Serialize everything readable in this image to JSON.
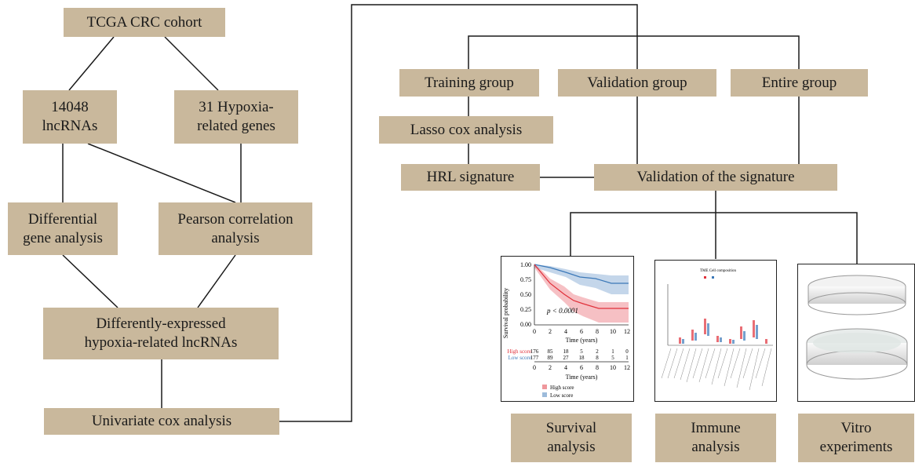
{
  "left_flow": {
    "cohort": "TCGA CRC cohort",
    "lncrnas": "14048\nlncRNAs",
    "hypoxia_genes": "31 Hypoxia-\nrelated genes",
    "differential": "Differential\ngene analysis",
    "pearson": "Pearson correlation\nanalysis",
    "de_hypoxia": "Differently-expressed\nhypoxia-related lncRNAs",
    "univariate": "Univariate cox analysis"
  },
  "right_flow": {
    "training": "Training group",
    "validation": "Validation group",
    "entire": "Entire group",
    "lasso": "Lasso cox analysis",
    "hrl": "HRL signature",
    "validation_sig": "Validation of the signature"
  },
  "outcomes": {
    "survival": "Survival\nanalysis",
    "immune": "Immune\nanalysis",
    "vitro": "Vitro\nexperiments"
  },
  "km_plot": {
    "ylabel": "Survival probability",
    "yticks": [
      "1.00",
      "0.75",
      "0.50",
      "0.25",
      "0.00"
    ],
    "xticks": [
      "0",
      "2",
      "4",
      "6",
      "8",
      "10",
      "12"
    ],
    "xlabel": "Time (years)",
    "pvalue": "p < 0.0001",
    "risk_high_label": "High score",
    "risk_low_label": "Low score",
    "risk_high": [
      "176",
      "85",
      "18",
      "5",
      "2",
      "1",
      "0"
    ],
    "risk_low": [
      "177",
      "89",
      "27",
      "18",
      "8",
      "5",
      "1"
    ],
    "legend_high": "High score",
    "legend_low": "Low score",
    "colors": {
      "high": "#e0303a",
      "low": "#3b78b8"
    }
  },
  "immune_plot": {
    "title": "TME Cell composition"
  }
}
